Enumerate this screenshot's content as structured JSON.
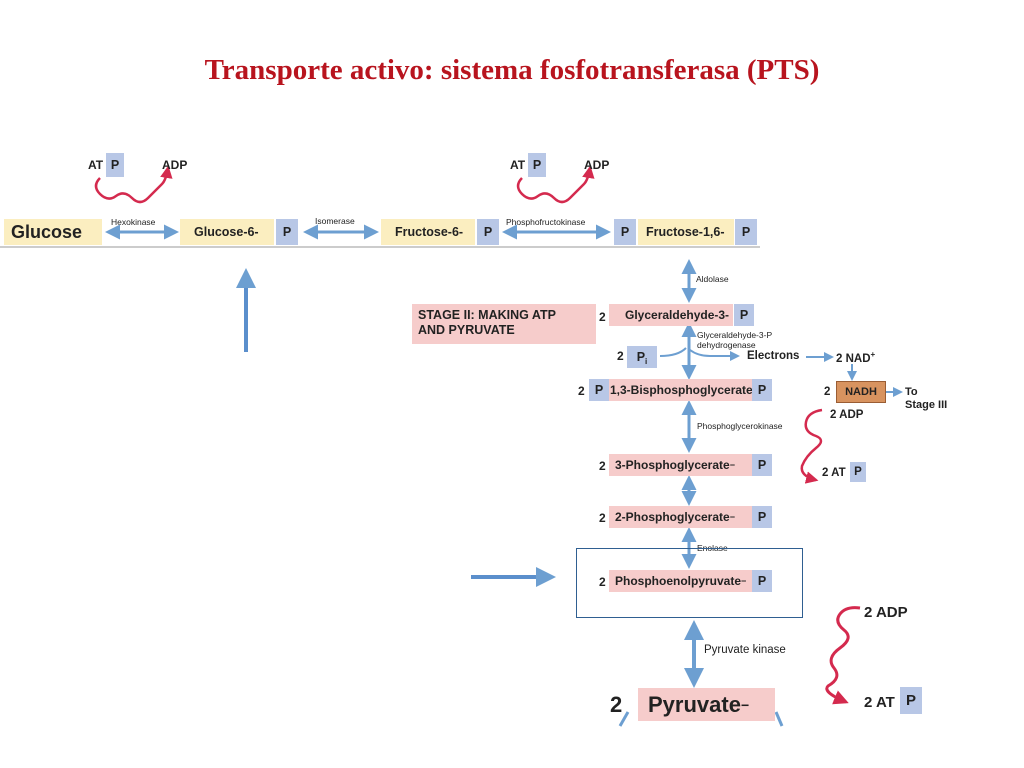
{
  "title": "Transporte activo: sistema fosfotransferasa (PTS)",
  "stage1": {
    "glucose": "Glucose",
    "glucose6": "Glucose-6-",
    "fructose6": "Fructose-6-",
    "fructose16": "Fructose-1,6-",
    "p": "P",
    "atp_at": "AT",
    "adp": "ADP",
    "hexokinase": "Hexokinase",
    "isomerase": "Isomerase",
    "phosphofructokinase": "Phosphofructokinase"
  },
  "stage2": {
    "stage_label_line1": "STAGE II: MAKING ATP",
    "stage_label_line2": "AND PYRUVATE",
    "two": "2",
    "aldolase": "Aldolase",
    "g3p": "Glyceraldehyde-3-",
    "g3p_dh_line1": "Glyceraldehyde-3-P",
    "g3p_dh_line2": "dehydrogenase",
    "pi": "P",
    "pi_sub": "i",
    "electrons": "Electrons",
    "nad": "2 NAD",
    "nad_sup": "+",
    "nadh": "NADH",
    "to_line1": "To",
    "to_line2": "Stage III",
    "bpg": "1,3-Bisphosphoglycerate",
    "minus": "−",
    "phosphoglycerokinase": "Phosphoglycerokinase",
    "adp2": "2 ADP",
    "atp2_at": "2 AT",
    "pg3": "3-Phosphoglycerate",
    "pg2": "2-Phosphoglycerate",
    "enolase": "Enolase",
    "pep": "Phosphoenolpyruvate",
    "pyruvate_kinase": "Pyruvate kinase",
    "adp3": "2 ADP",
    "atp3_at": "2 AT",
    "pyruvate": "Pyruvate",
    "pyruvate_two": "2"
  },
  "colors": {
    "title": "#b8141e",
    "arrow_blue": "#6d9fd1",
    "arrow_red": "#d42a4e",
    "yellow_box": "#fbeec0",
    "pink_box": "#f6cccb",
    "p_box": "#b8c7e6",
    "highlight": "#2f5f91"
  }
}
